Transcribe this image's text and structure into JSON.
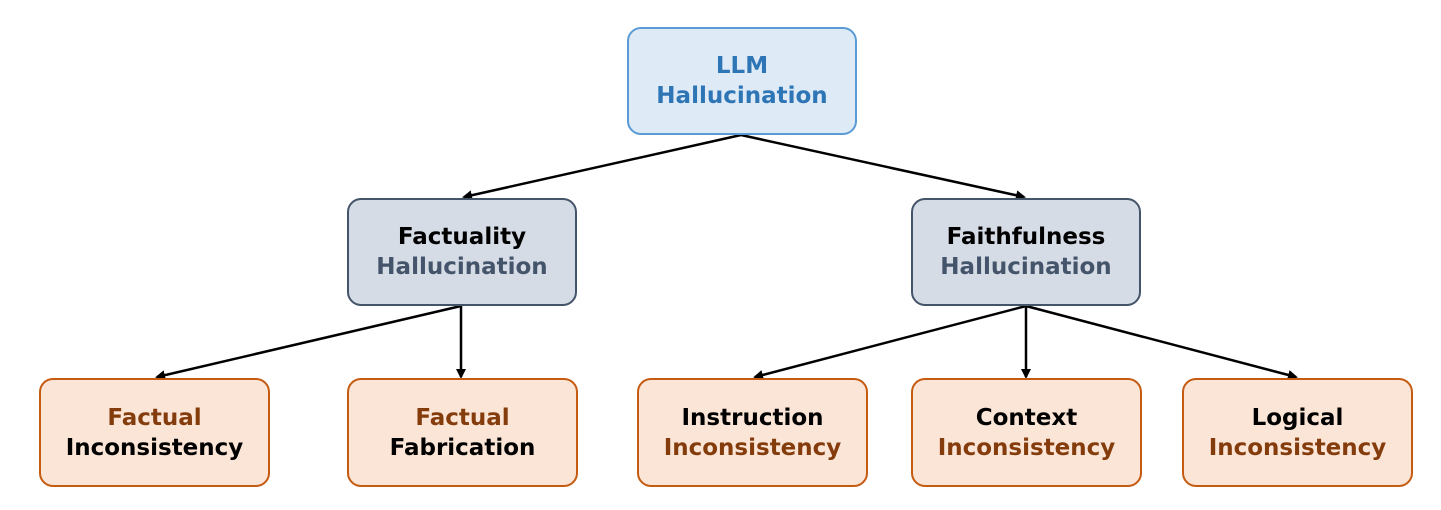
{
  "root": {
    "line1": "LLM",
    "line2": "Hallucination"
  },
  "categories": [
    {
      "line1": "Factuality",
      "line2": "Hallucination",
      "children": [
        {
          "line1": "Factual",
          "line2": "Inconsistency"
        },
        {
          "line1": "Factual",
          "line2": "Fabrication"
        }
      ]
    },
    {
      "line1": "Faithfulness",
      "line2": "Hallucination",
      "children": [
        {
          "line1": "Instruction",
          "line2": "Inconsistency"
        },
        {
          "line1": "Context",
          "line2": "Inconsistency"
        },
        {
          "line1": "Logical",
          "line2": "Inconsistency"
        }
      ]
    }
  ],
  "colors": {
    "root_fill": "#deebf7",
    "root_border": "#5b9bd5",
    "root_text": "#2e75b6",
    "category_fill": "#d6dce5",
    "category_border": "#44546a",
    "category_text": "#44546a",
    "leaf_fill": "#fbe5d6",
    "leaf_border": "#c55a11",
    "leaf_text": "#843c0c",
    "arrow": "#000000"
  }
}
